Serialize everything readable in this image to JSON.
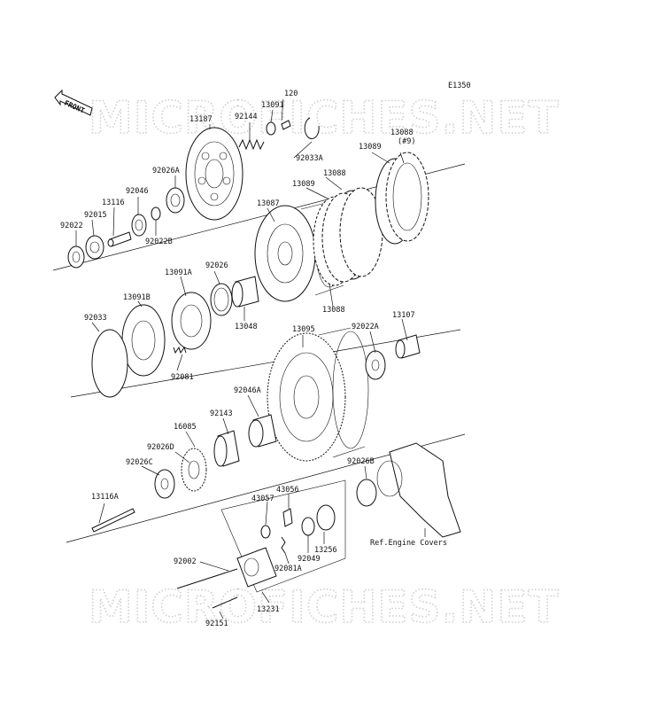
{
  "diagram_code": "E1350",
  "front_label": "FRONT",
  "watermark": "MICROFICHES.NET",
  "callouts": [
    {
      "id": "c120",
      "text": "120"
    },
    {
      "id": "c13091",
      "text": "13091"
    },
    {
      "id": "c92144",
      "text": "92144"
    },
    {
      "id": "c13187",
      "text": "13187"
    },
    {
      "id": "c92033A",
      "text": "92033A"
    },
    {
      "id": "c13088top",
      "text": "13088"
    },
    {
      "id": "c9",
      "text": "(#9)"
    },
    {
      "id": "c13089a",
      "text": "13089"
    },
    {
      "id": "c92026A",
      "text": "92026A"
    },
    {
      "id": "c13088b",
      "text": "13088"
    },
    {
      "id": "c13089b",
      "text": "13089"
    },
    {
      "id": "c92046",
      "text": "92046"
    },
    {
      "id": "c13116",
      "text": "13116"
    },
    {
      "id": "c13087",
      "text": "13087"
    },
    {
      "id": "c92015",
      "text": "92015"
    },
    {
      "id": "c92022",
      "text": "92022"
    },
    {
      "id": "c92022B",
      "text": "92022B"
    },
    {
      "id": "c13091A",
      "text": "13091A"
    },
    {
      "id": "c92026",
      "text": "92026"
    },
    {
      "id": "c13091B",
      "text": "13091B"
    },
    {
      "id": "c92033",
      "text": "92033"
    },
    {
      "id": "c13048",
      "text": "13048"
    },
    {
      "id": "c13088c",
      "text": "13088"
    },
    {
      "id": "c13095",
      "text": "13095"
    },
    {
      "id": "c92022A",
      "text": "92022A"
    },
    {
      "id": "c13107",
      "text": "13107"
    },
    {
      "id": "c92081",
      "text": "92081"
    },
    {
      "id": "c92046A",
      "text": "92046A"
    },
    {
      "id": "c92143",
      "text": "92143"
    },
    {
      "id": "c16085",
      "text": "16085"
    },
    {
      "id": "c92026D",
      "text": "92026D"
    },
    {
      "id": "c92026B",
      "text": "92026B"
    },
    {
      "id": "c92026C",
      "text": "92026C"
    },
    {
      "id": "c43056",
      "text": "43056"
    },
    {
      "id": "c43057",
      "text": "43057"
    },
    {
      "id": "c13116A",
      "text": "13116A"
    },
    {
      "id": "c13256",
      "text": "13256"
    },
    {
      "id": "c92049",
      "text": "92049"
    },
    {
      "id": "c92002",
      "text": "92002"
    },
    {
      "id": "c92081A",
      "text": "92081A"
    },
    {
      "id": "c13231",
      "text": "13231"
    },
    {
      "id": "c92151",
      "text": "92151"
    }
  ],
  "ref_note": "Ref.Engine Covers"
}
